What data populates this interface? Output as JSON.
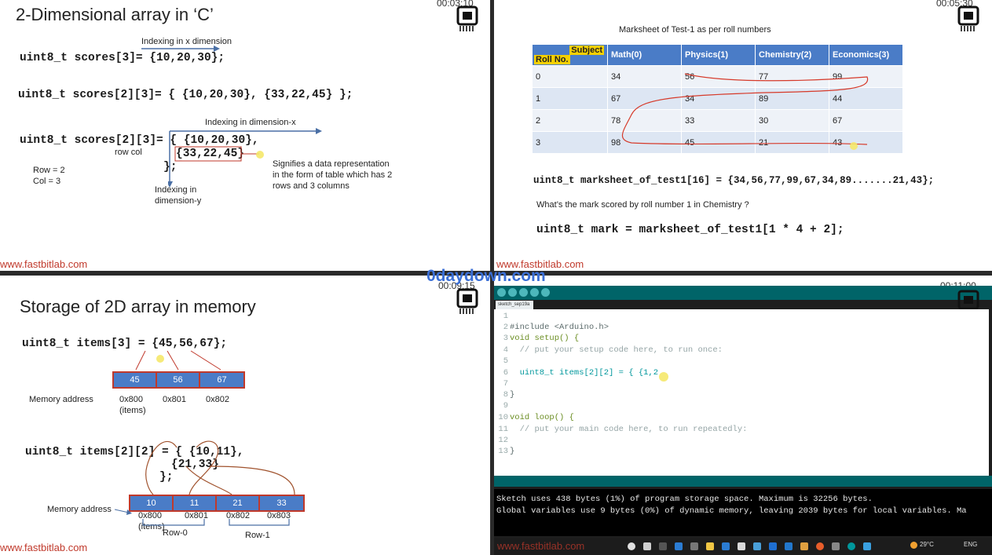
{
  "panel1": {
    "title": "2-Dimensional array in ‘C’",
    "timer": "00:03:10",
    "idx_x_label": "Indexing in x dimension",
    "code1": "uint8_t scores[3]= {10,20,30};",
    "code2": "uint8_t scores[2][3]= { {10,20,30}, {33,22,45} };",
    "idx_dim_x_label": "Indexing in  dimension-x",
    "code3_a": "uint8_t scores[2][3]= { {10,20,30},",
    "code3_b": "{33,22,45}",
    "code3_c": "};",
    "row_col": "row  col",
    "row_eq": "Row = 2",
    "col_eq": "Col =  3",
    "idx_dim_y_1": "Indexing in",
    "idx_dim_y_2": "dimension-y",
    "signifies_1": "Signifies a data representation",
    "signifies_2": "in the form of table which has 2",
    "signifies_3": "rows and 3 columns",
    "footer": "www.fastbitlab.com"
  },
  "panel2": {
    "timer": "00:05:30",
    "table_title": "Marksheet of Test-1 as per roll numbers",
    "header_subject": "Subject",
    "header_roll": "Roll No.",
    "columns": [
      "Math(0)",
      "Physics(1)",
      "Chemistry(2)",
      "Economics(3)"
    ],
    "rows": [
      [
        "0",
        "34",
        "56",
        "77",
        "99"
      ],
      [
        "1",
        "67",
        "34",
        "89",
        "44"
      ],
      [
        "2",
        "78",
        "33",
        "30",
        "67"
      ],
      [
        "3",
        "98",
        "45",
        "21",
        "43"
      ]
    ],
    "code_decl": "uint8_t marksheet_of_test1[16] = {34,56,77,99,67,34,89.......21,43};",
    "question": "What’s the mark scored by roll number 1 in Chemistry ?",
    "code_answer": "uint8_t mark = marksheet_of_test1[1 * 4 + 2];",
    "footer": "www.fastbitlab.com"
  },
  "panel3": {
    "title": "Storage of 2D array in memory",
    "timer": "00:09:15",
    "code1": "uint8_t items[3] = {45,56,67};",
    "mem1_values": [
      "45",
      "56",
      "67"
    ],
    "mem_addr_label": "Memory address",
    "addr1": [
      "0x800",
      "0x801",
      "0x802"
    ],
    "items_label": "(items)",
    "code2_a": "uint8_t items[2][2]  = { {10,11},",
    "code2_b": "{21,33}",
    "code2_c": "};",
    "mem2_values": [
      "10",
      "11",
      "21",
      "33"
    ],
    "addr2": [
      "0x800",
      "0x801",
      "0x802",
      "0x803"
    ],
    "row0": "Row-0",
    "row1": "Row-1",
    "footer": "www.fastbitlab.com"
  },
  "panel4": {
    "timer": "00:11:00",
    "tab_name": "sketch_sep19a",
    "lines": [
      {
        "n": "1",
        "text": ""
      },
      {
        "n": "2",
        "text": "#include <Arduino.h>"
      },
      {
        "n": "3",
        "text": "void setup() {"
      },
      {
        "n": "4",
        "text": "  // put your setup code here, to run once:"
      },
      {
        "n": "5",
        "text": ""
      },
      {
        "n": "6",
        "text": "  uint8_t items[2][2] = { {1,2"
      },
      {
        "n": "7",
        "text": ""
      },
      {
        "n": "8",
        "text": "}"
      },
      {
        "n": "9",
        "text": ""
      },
      {
        "n": "10",
        "text": "void loop() {"
      },
      {
        "n": "11",
        "text": "  // put your main code here, to run repeatedly:"
      },
      {
        "n": "12",
        "text": ""
      },
      {
        "n": "13",
        "text": "}"
      }
    ],
    "console_1": "Sketch uses 438 bytes (1%) of program storage space. Maximum is 32256 bytes.",
    "console_2": "Global variables use 9 bytes (0%) of dynamic memory, leaving 2039 bytes for local variables. Ma",
    "footer": "www.fastbitlab.com",
    "tray_temp": "29°C",
    "tray_lang": "ENG"
  },
  "watermark": "0daydown.com"
}
